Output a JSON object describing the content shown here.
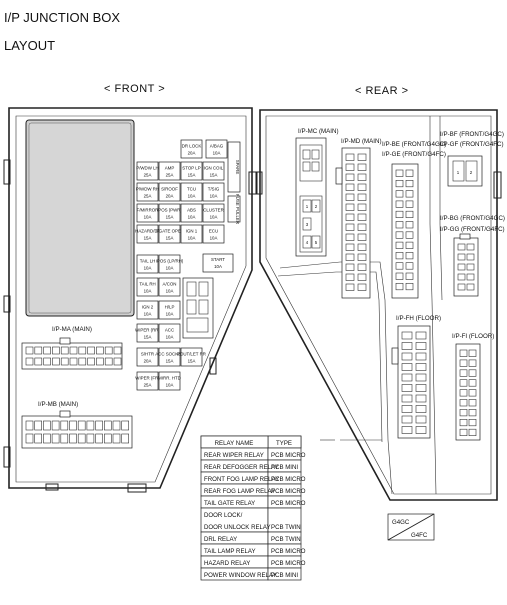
{
  "title": "I/P JUNCTION BOX",
  "subtitle": "LAYOUT",
  "front_label": "< FRONT >",
  "rear_label": "< REAR >",
  "fuses": [
    {
      "l1": "DR LOCK",
      "l2": "20A"
    },
    {
      "l1": "A/BAG",
      "l2": "10A"
    },
    {
      "l1": "P/WDW LH",
      "l2": "25A"
    },
    {
      "l1": "AMP",
      "l2": "25A"
    },
    {
      "l1": "STOP LP",
      "l2": "15A"
    },
    {
      "l1": "IGN COIL",
      "l2": "15A"
    },
    {
      "l1": "P/WDW RH",
      "l2": "25A"
    },
    {
      "l1": "S/ROOF",
      "l2": "20A"
    },
    {
      "l1": "TCU",
      "l2": "10A"
    },
    {
      "l1": "T/SIG",
      "l2": "10A"
    },
    {
      "l1": "F/MIRROR",
      "l2": "10A"
    },
    {
      "l1": "IPOS (PWR)",
      "l2": "15A"
    },
    {
      "l1": "ABS",
      "l2": "10A"
    },
    {
      "l1": "CLUSTER",
      "l2": "10A"
    },
    {
      "l1": "HAZARD/LP",
      "l2": "15A"
    },
    {
      "l1": "T/GATE OPEN",
      "l2": "15A"
    },
    {
      "l1": "IGN 1",
      "l2": "10A"
    },
    {
      "l1": "ECU",
      "l2": "10A"
    },
    {
      "l1": "TAIL LH",
      "l2": "10A"
    },
    {
      "l1": "IPOS (LP/RH)",
      "l2": "10A"
    },
    {
      "l1": "TAIL RH",
      "l2": "10A"
    },
    {
      "l1": "A/CON",
      "l2": "10A"
    },
    {
      "l1": "IGN 2",
      "l2": "10A"
    },
    {
      "l1": "H/LP",
      "l2": "10A"
    },
    {
      "l1": "WIPER (RR)",
      "l2": "15A"
    },
    {
      "l1": "ACC",
      "l2": "10A"
    },
    {
      "l1": "S/HTR",
      "l2": "20A"
    },
    {
      "l1": "ACC SOCKET",
      "l2": "15A"
    },
    {
      "l1": "POUT/LET RR",
      "l2": "15A"
    },
    {
      "l1": "WIPER (FR)",
      "l2": "25A"
    },
    {
      "l1": "MIRR. HTD",
      "l2": "10A"
    }
  ],
  "start_fuse": {
    "l1": "START",
    "l2": "10A"
  },
  "spare_fuses": "SPARE",
  "fuse_puller": "FUSE PULLER",
  "connectors": {
    "ip_ma": "I/P-MA (MAIN)",
    "ip_mb": "I/P-MB (MAIN)",
    "ip_mc": "I/P-MC (MAIN)",
    "ip_md": "I/P-MD (MAIN)",
    "ip_be": "I/P-BE (FRONT/G4GC)",
    "ip_ge": "I/P-GE (FRONT/G4FC)",
    "ip_bf": "I/P-BF (FRONT/G4GC)",
    "ip_gf": "I/P-GF (FRONT/G4FC)",
    "ip_bg": "I/P-BG (FRONT/G4GC)",
    "ip_gg": "I/P-GG (FRONT/G4FC)",
    "ip_fh": "I/P-FH (FLOOR)",
    "ip_fi": "I/P-FI (FLOOR)"
  },
  "mc_pins": [
    "1",
    "2",
    "3",
    "4",
    "5"
  ],
  "relay_table": {
    "header_name": "RELAY NAME",
    "header_type": "TYPE",
    "rows": [
      {
        "name": "REAR WIPER RELAY",
        "type": "PCB MICRO"
      },
      {
        "name": "REAR DEFOGGER RELAY",
        "type": "PCB MINI"
      },
      {
        "name": "FRONT FOG LAMP RELAY",
        "type": "PCB MICRO"
      },
      {
        "name": "REAR FOG LAMP RELAY",
        "type": "PCB MICRO"
      },
      {
        "name": "TAIL GATE RELAY",
        "type": "PCB MICRO"
      },
      {
        "name": "DOOR LOCK/\nDOOR UNLOCK RELAY",
        "type": "PCB TWIN"
      },
      {
        "name": "DRL RELAY",
        "type": "PCB TWIN"
      },
      {
        "name": "TAIL LAMP RELAY",
        "type": "PCB MICRO"
      },
      {
        "name": "HAZARD RELAY",
        "type": "PCB MICRO"
      },
      {
        "name": "POWER WINDOW RELAY",
        "type": "PCB MINI"
      }
    ]
  },
  "legend": {
    "top": "G4GC",
    "bottom": "G4FC"
  }
}
